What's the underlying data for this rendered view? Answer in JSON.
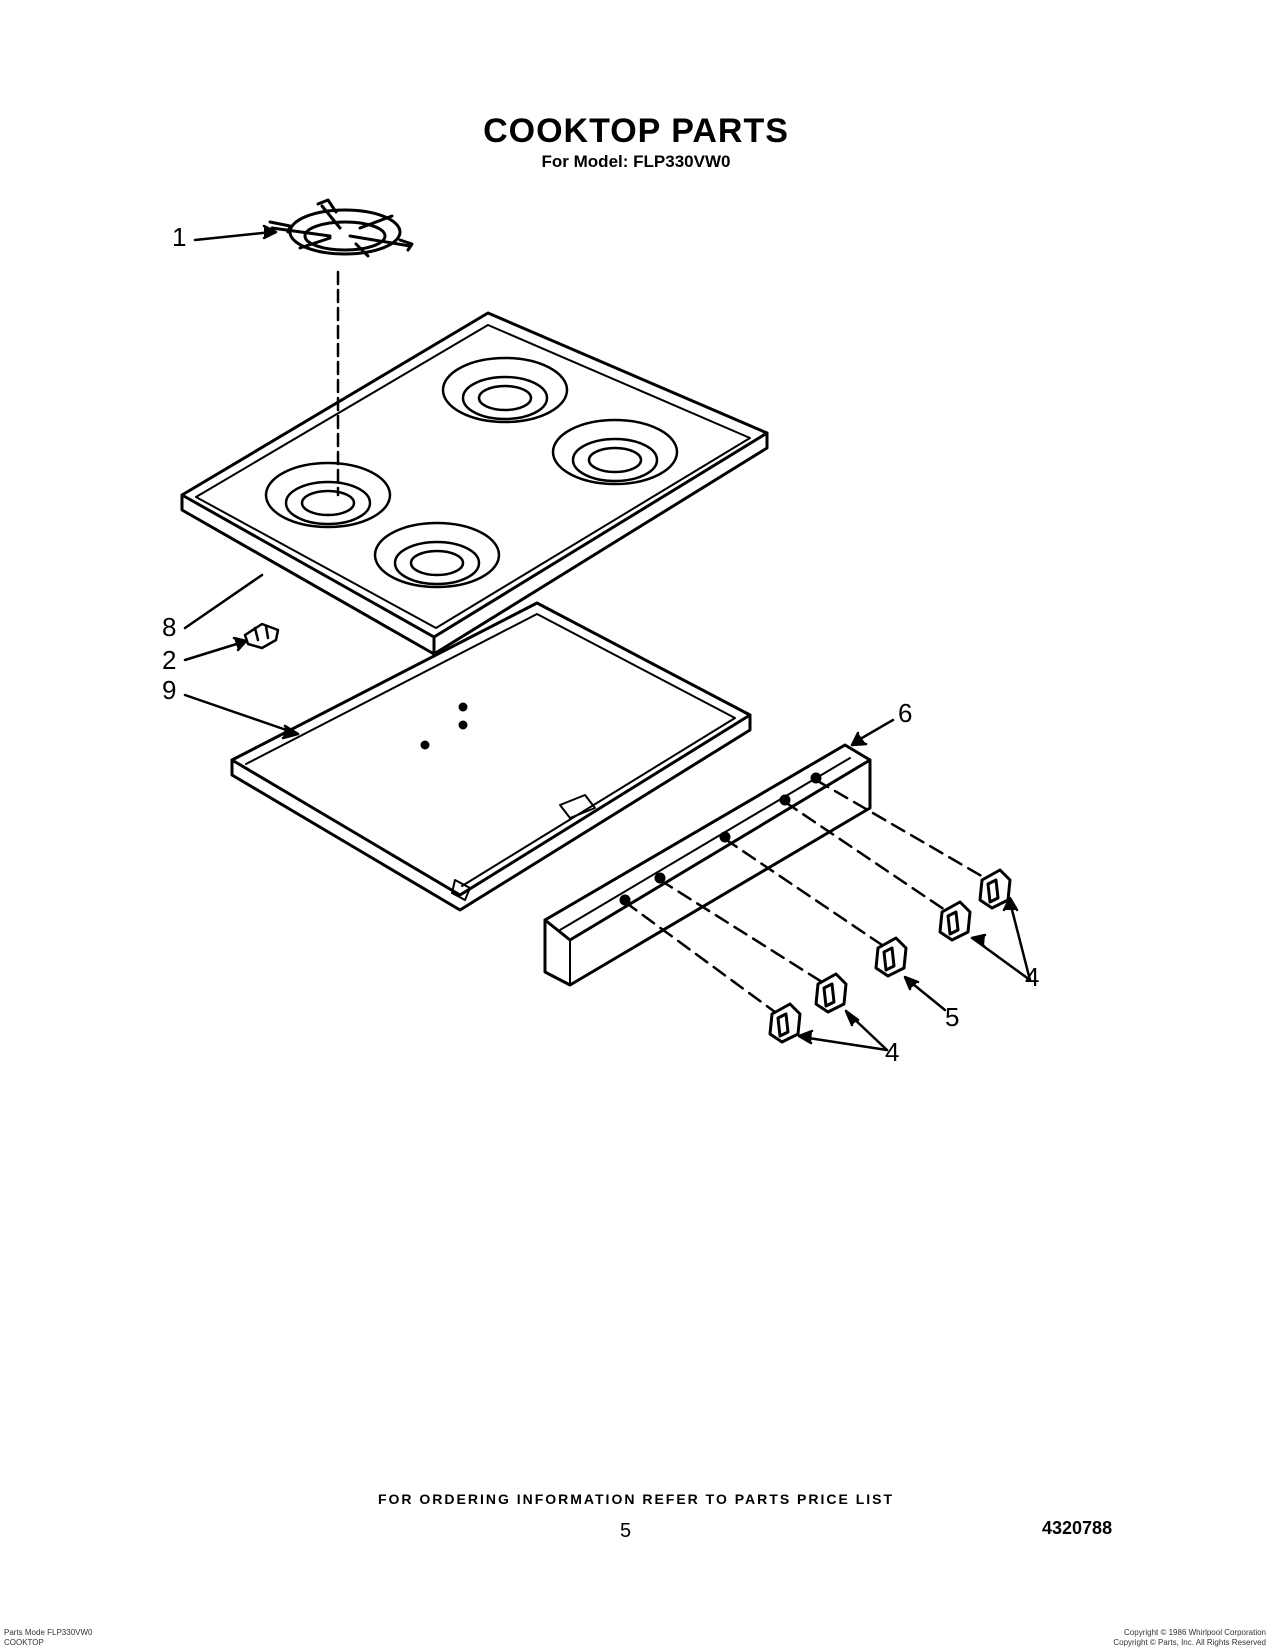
{
  "header": {
    "title": "COOKTOP PARTS",
    "subtitle": "For Model: FLP330VW0"
  },
  "callouts": {
    "c1": "1",
    "c2": "2",
    "c4a": "4",
    "c4b": "4",
    "c5": "5",
    "c6": "6",
    "c8": "8",
    "c9": "9"
  },
  "footer": {
    "ordering": "FOR ORDERING INFORMATION REFER TO PARTS PRICE LIST",
    "page": "5",
    "doc_number": "4320788",
    "left_line1": "Parts Mode FLP330VW0",
    "left_line2": "COOKTOP",
    "right_line1": "Copyright © 1986 Whirlpool Corporation",
    "right_line2": "Copyright © Parts, Inc. All Rights Reserved"
  },
  "colors": {
    "ink": "#000000",
    "paper": "#ffffff"
  }
}
